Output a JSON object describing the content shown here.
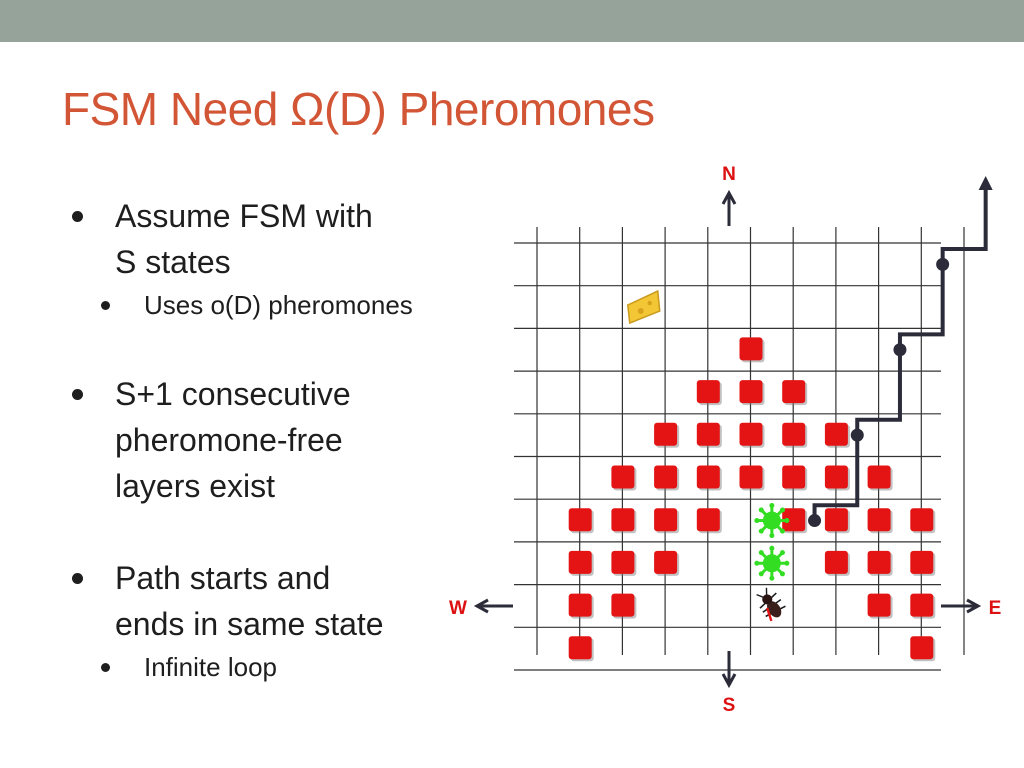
{
  "slide": {
    "title": "FSM Need Ω(D) Pheromones",
    "bullets": [
      {
        "level": 1,
        "text": "Assume FSM with\nS states"
      },
      {
        "level": 2,
        "text": "Uses o(D) pheromones"
      },
      {
        "level": 1,
        "text": "S+1 consecutive\npheromone-free\nlayers exist"
      },
      {
        "level": 1,
        "text": "Path starts and\n ends in same state"
      },
      {
        "level": 2,
        "text": "Infinite loop"
      }
    ]
  },
  "diagram": {
    "compass": {
      "north": "N",
      "south": "S",
      "west": "W",
      "east": "E"
    },
    "colors": {
      "grid": "#333333",
      "pheromone": "#e41414",
      "path": "#2b2b3a",
      "compass_label": "#dd1111",
      "alien": "#33dd22",
      "cheese": "#f2c635"
    },
    "grid": {
      "cols": 10,
      "rows": 10
    },
    "cheese_cell": [
      2,
      1
    ],
    "pheromone_cells": [
      [
        5,
        2
      ],
      [
        4,
        3
      ],
      [
        5,
        3
      ],
      [
        6,
        3
      ],
      [
        3,
        4
      ],
      [
        4,
        4
      ],
      [
        5,
        4
      ],
      [
        6,
        4
      ],
      [
        7,
        4
      ],
      [
        2,
        5
      ],
      [
        3,
        5
      ],
      [
        4,
        5
      ],
      [
        5,
        5
      ],
      [
        6,
        5
      ],
      [
        7,
        5
      ],
      [
        8,
        5
      ],
      [
        1,
        6
      ],
      [
        2,
        6
      ],
      [
        3,
        6
      ],
      [
        4,
        6
      ],
      [
        6,
        6
      ],
      [
        7,
        6
      ],
      [
        8,
        6
      ],
      [
        9,
        6
      ],
      [
        1,
        7
      ],
      [
        2,
        7
      ],
      [
        3,
        7
      ],
      [
        7,
        7
      ],
      [
        8,
        7
      ],
      [
        9,
        7
      ],
      [
        1,
        8
      ],
      [
        2,
        8
      ],
      [
        8,
        8
      ],
      [
        9,
        8
      ],
      [
        1,
        9
      ],
      [
        9,
        9
      ]
    ],
    "alien_cells": [
      [
        5,
        6
      ],
      [
        5,
        7
      ]
    ],
    "ant_cell": [
      5,
      8
    ],
    "path_nodes": [
      [
        6,
        6
      ],
      [
        7,
        4
      ],
      [
        8,
        2
      ],
      [
        9,
        0
      ]
    ]
  }
}
